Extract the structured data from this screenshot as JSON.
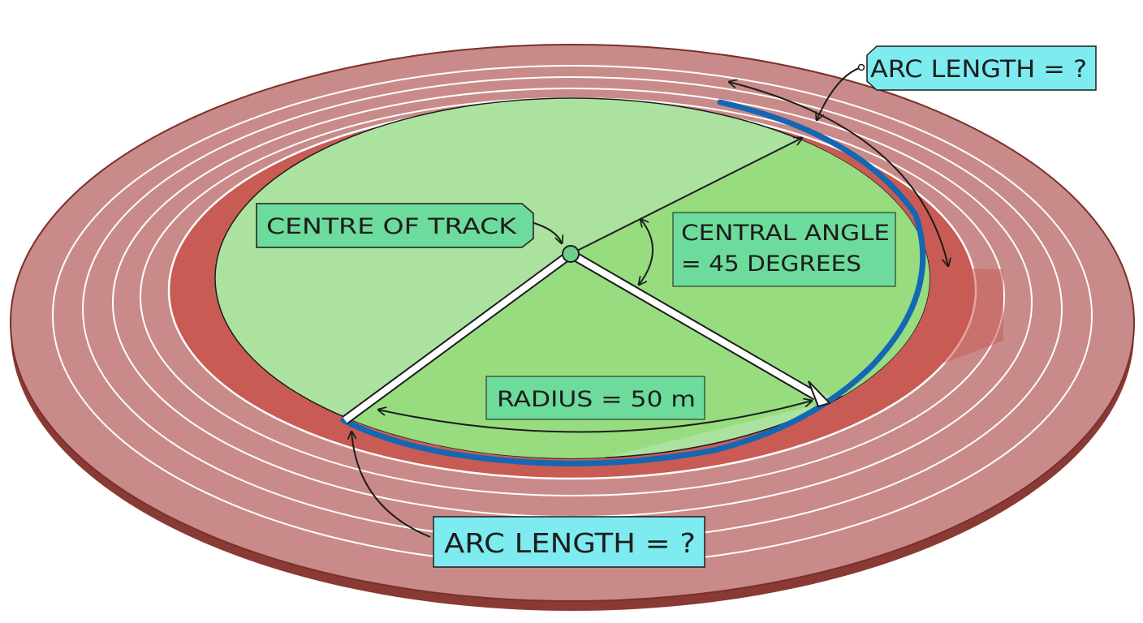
{
  "labels": {
    "centre": "CENTRE OF TRACK",
    "central_angle_line1": "CENTRAL ANGLE",
    "central_angle_line2": "= 45 DEGREES",
    "radius": "RADIUS = 50 m",
    "arc_top": "ARC LENGTH = ?",
    "arc_bottom": "ARC LENGTH = ?"
  },
  "colors": {
    "track_lane": "#c98b89",
    "track_red": "#c85c55",
    "track_edge": "#8a3a34",
    "infield": "#abe2a0",
    "sector": "#98dc80",
    "arc": "#1467b3",
    "label_green": "#6ddb9b",
    "label_cyan": "#7debef"
  }
}
